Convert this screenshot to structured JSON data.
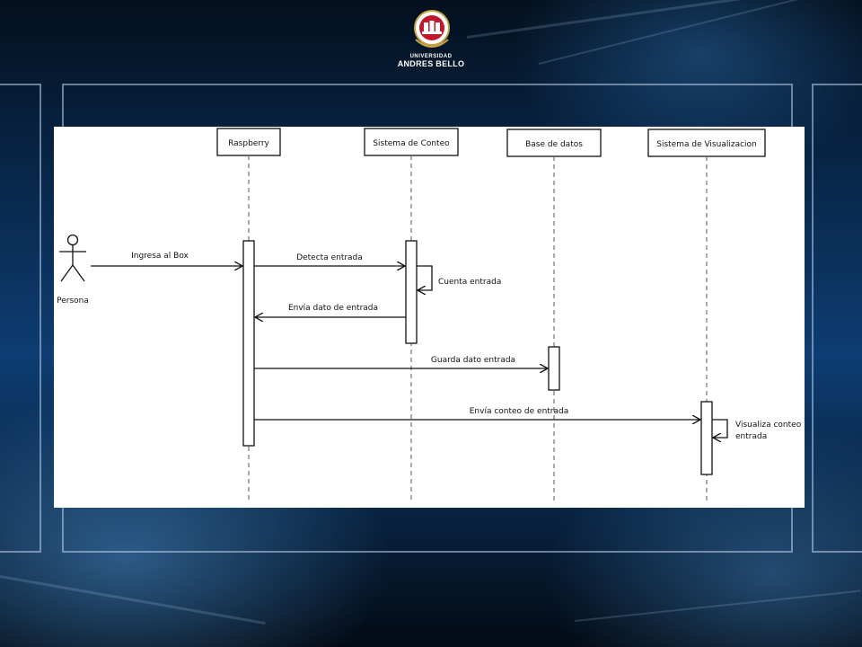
{
  "header": {
    "university_small": "UNIVERSIDAD",
    "university_name": "ANDRES BELLO"
  },
  "colors": {
    "background_dark": "#04152a",
    "background_light": "#2f7fd0",
    "logo_red": "#c0172a",
    "diagram_background": "#ffffff",
    "diagram_ink": "#111111"
  },
  "diagram": {
    "actor": {
      "label": "Persona",
      "icon": "stick-figure-icon"
    },
    "lifelines": [
      {
        "label": "Raspberry"
      },
      {
        "label": "Sistema de Conteo"
      },
      {
        "label": "Base de datos"
      },
      {
        "label": "Sistema de Visualizacion"
      }
    ],
    "messages": [
      {
        "from": "Persona",
        "to": "Raspberry",
        "label": "Ingresa al Box",
        "kind": "sync"
      },
      {
        "from": "Raspberry",
        "to": "Sistema de Conteo",
        "label": "Detecta entrada",
        "kind": "sync"
      },
      {
        "from": "Sistema de Conteo",
        "to": "Sistema de Conteo",
        "label": "Cuenta entrada",
        "kind": "self"
      },
      {
        "from": "Sistema de Conteo",
        "to": "Raspberry",
        "label": "Envía dato de entrada",
        "kind": "sync"
      },
      {
        "from": "Raspberry",
        "to": "Base de datos",
        "label": "Guarda dato entrada",
        "kind": "sync"
      },
      {
        "from": "Raspberry",
        "to": "Sistema de Visualizacion",
        "label": "Envía conteo de entrada",
        "kind": "sync"
      },
      {
        "from": "Sistema de Visualizacion",
        "to": "Sistema de Visualizacion",
        "label_lines": [
          "Visualiza conteo",
          "entrada"
        ],
        "kind": "self"
      }
    ]
  }
}
